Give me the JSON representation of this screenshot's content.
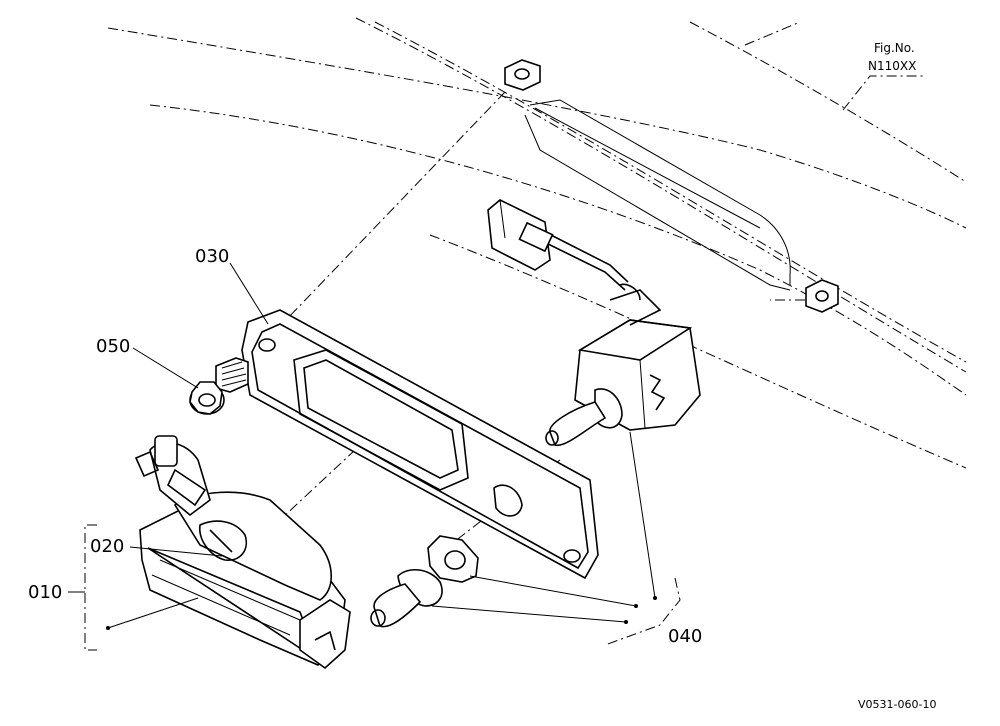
{
  "figure": {
    "fig_label": "Fig.No.",
    "fig_number": "N110XX",
    "reference_code": "V0531-060-10"
  },
  "callouts": [
    {
      "id": "010",
      "label": "010"
    },
    {
      "id": "020",
      "label": "020"
    },
    {
      "id": "030",
      "label": "030"
    },
    {
      "id": "040",
      "label": "040"
    },
    {
      "id": "050",
      "label": "050"
    }
  ]
}
